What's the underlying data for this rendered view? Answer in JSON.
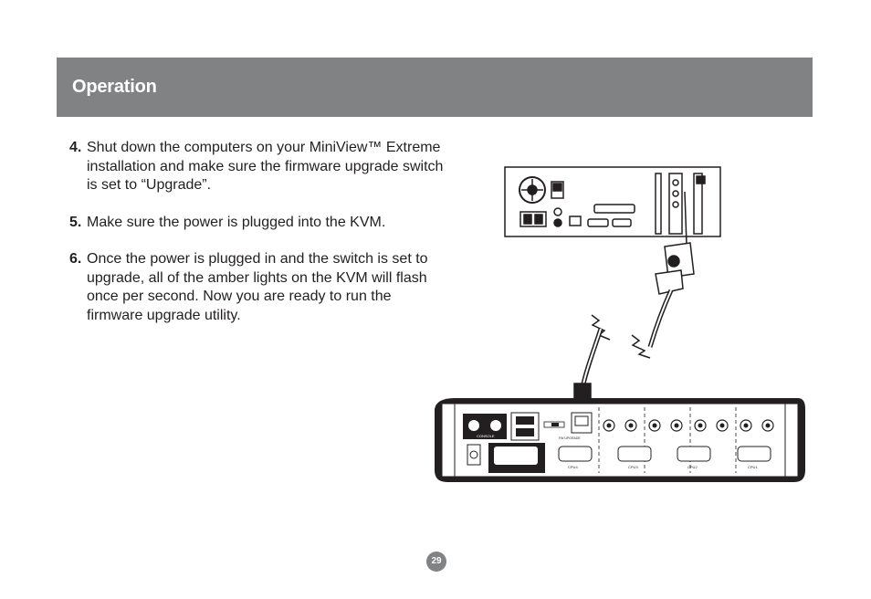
{
  "header": {
    "title": "Operation"
  },
  "steps": [
    {
      "num": "4.",
      "text": "Shut down the computers on your MiniView™ Extreme installation and make sure the firmware upgrade switch is set to “Upgrade”."
    },
    {
      "num": "5.",
      "text": "Make sure the power is plugged into the KVM."
    },
    {
      "num": "6.",
      "text": "Once the power is plugged in and the switch is set to upgrade, all of the amber lights on the KVM will flash once per second. Now you are ready to run the firmware upgrade utility."
    }
  ],
  "illustration": {
    "kvm_labels": {
      "console": "CONSOLE",
      "fw_upgrade": "FW UPGRADE",
      "cpu4": "CPU4",
      "cpu3": "CPU3",
      "cpu2": "CPU2",
      "cpu1": "CPU1"
    }
  },
  "page_number": "29"
}
